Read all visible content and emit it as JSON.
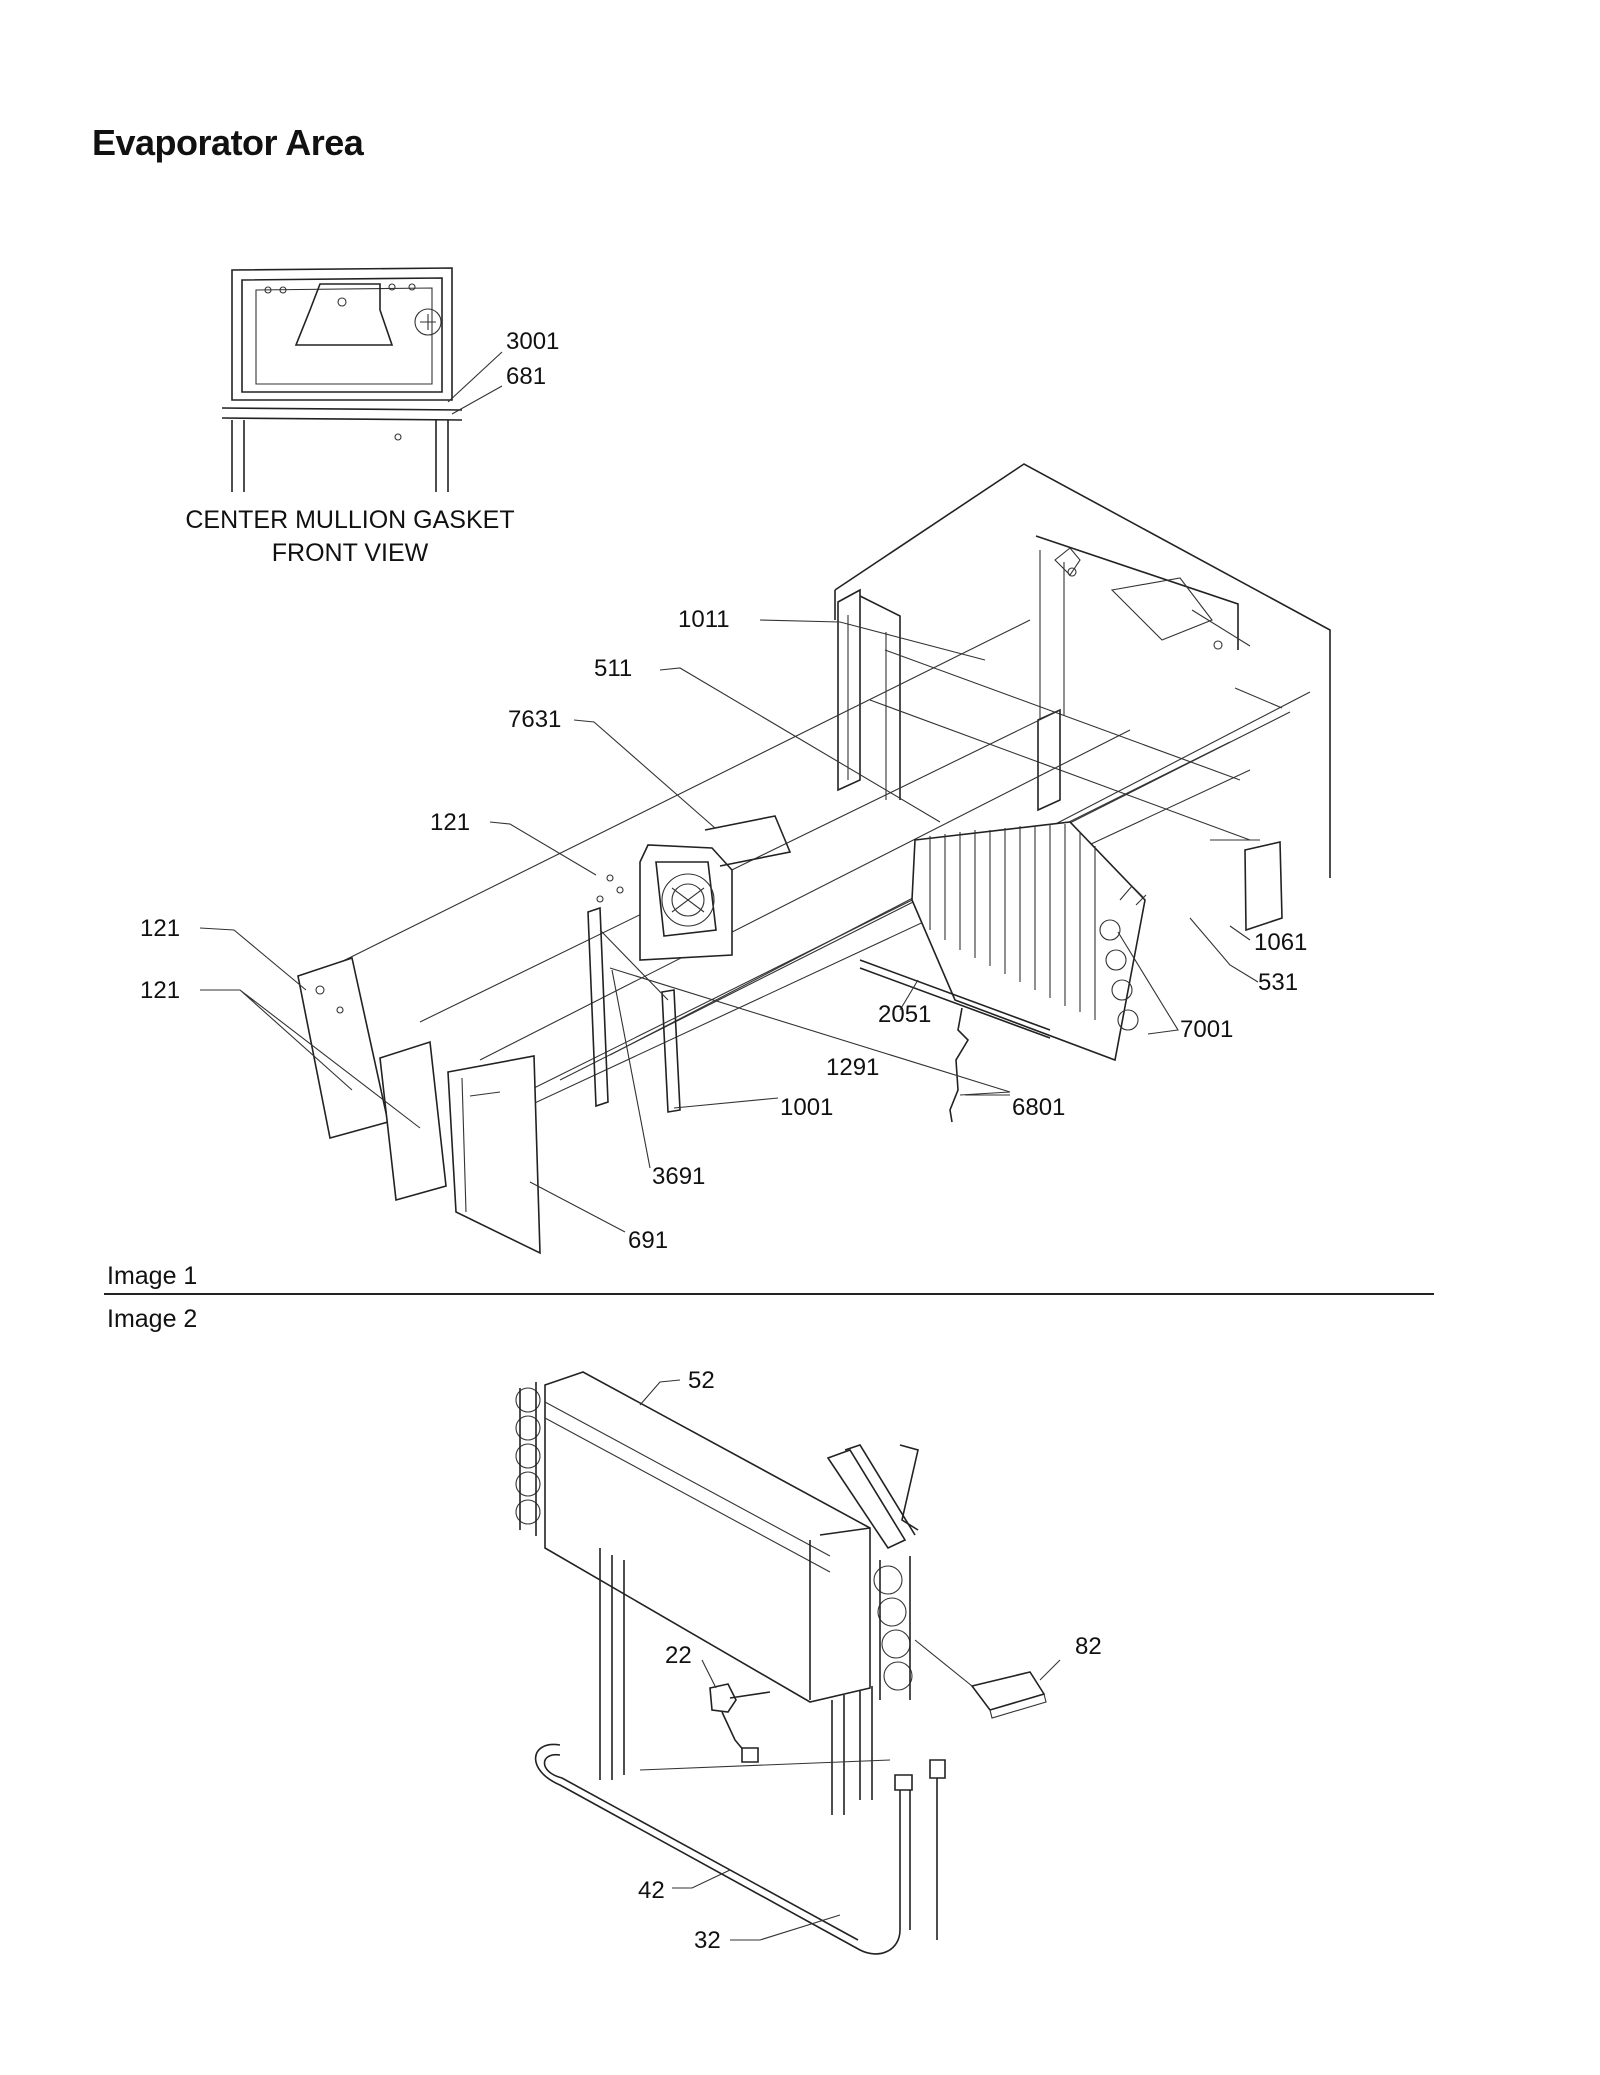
{
  "page": {
    "title": "Evaporator Area",
    "inset_caption_line1": "CENTER MULLION GASKET",
    "inset_caption_line2": "FRONT VIEW",
    "image1_label": "Image 1",
    "image2_label": "Image 2"
  },
  "callouts_image1": [
    "3001",
    "681",
    "1011",
    "511",
    "7631",
    "121",
    "121",
    "121",
    "1061",
    "531",
    "7001",
    "2051",
    "1291",
    "1001",
    "6801",
    "3691",
    "691"
  ],
  "callouts_image2": [
    "52",
    "22",
    "82",
    "42",
    "32"
  ]
}
